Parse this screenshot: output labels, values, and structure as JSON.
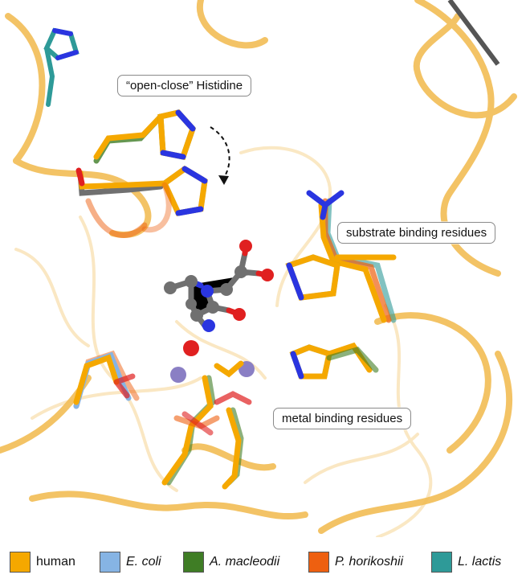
{
  "callouts": {
    "histidine": "“open-close” Histidine",
    "substrate": "substrate binding residues",
    "metal": "metal binding residues"
  },
  "legend": [
    {
      "label": "human",
      "color": "#f5a800",
      "italic": false
    },
    {
      "label": "E. coli",
      "color": "#86b4e4",
      "italic": true
    },
    {
      "label": "A. macleodii",
      "color": "#3f7d25",
      "italic": true
    },
    {
      "label": "P. horikoshii",
      "color": "#ee6010",
      "italic": true
    },
    {
      "label": "L. lactis",
      "color": "#2e9a98",
      "italic": true
    }
  ],
  "colors": {
    "backbone": "#f2bd55",
    "carbon_gray": "#707070",
    "nitrogen": "#2a35e0",
    "oxygen": "#e02020",
    "metal": "#8a7fc4"
  }
}
